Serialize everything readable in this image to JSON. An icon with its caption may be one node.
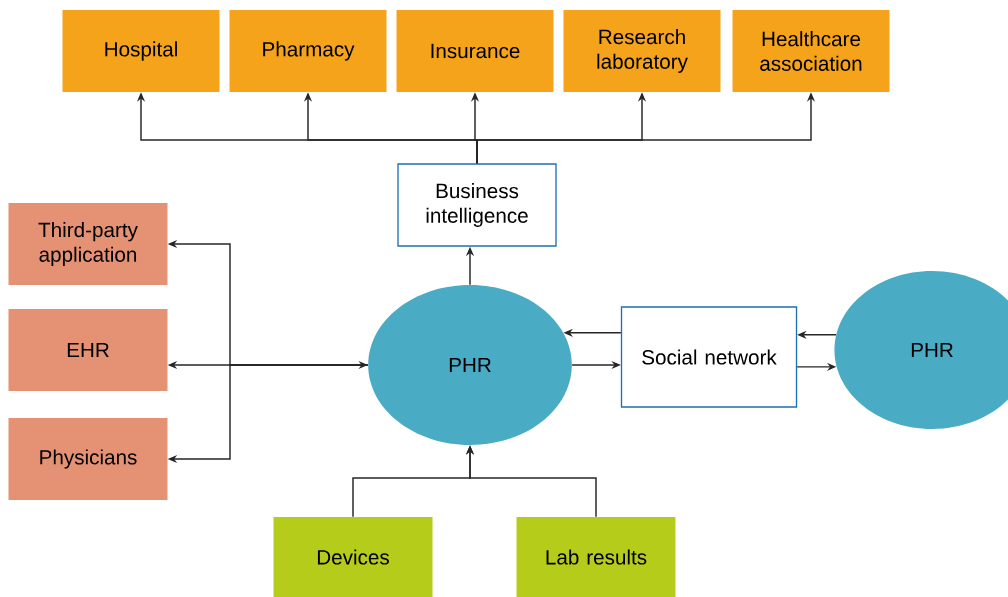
{
  "diagram": {
    "nodes": [
      {
        "text": [
          "Hospital"
        ]
      },
      {
        "text": [
          "Pharmacy"
        ]
      },
      {
        "text": [
          "Insurance"
        ]
      },
      {
        "text": [
          "Research laboratory"
        ]
      },
      {
        "text": [
          "Healthcare association"
        ]
      },
      {
        "text": [
          "Business intelligence"
        ]
      },
      {
        "text": [
          "Third-party application"
        ]
      },
      {
        "text": [
          "EHR"
        ]
      },
      {
        "text": [
          "Physicians"
        ]
      },
      {
        "text": [
          "PHR"
        ]
      },
      {
        "text": [
          "Social network"
        ]
      },
      {
        "text": [
          "PHR"
        ]
      },
      {
        "text": [
          "Devices"
        ]
      },
      {
        "text": [
          "Lab results"
        ]
      }
    ],
    "edges": [
      {
        "from": 5,
        "to": 0,
        "arrow": "to"
      },
      {
        "from": 5,
        "to": 1,
        "arrow": "to"
      },
      {
        "from": 5,
        "to": 2,
        "arrow": "to"
      },
      {
        "from": 5,
        "to": 3,
        "arrow": "to"
      },
      {
        "from": 5,
        "to": 4,
        "arrow": "to"
      },
      {
        "from": 9,
        "to": 5,
        "arrow": "to"
      },
      {
        "from": 9,
        "to": 6,
        "arrow": "to"
      },
      {
        "from": 9,
        "to": 7,
        "arrow": "both"
      },
      {
        "from": 9,
        "to": 8,
        "arrow": "to"
      },
      {
        "from": 10,
        "to": 9,
        "arrow": "to"
      },
      {
        "from": 9,
        "to": 10,
        "arrow": "to"
      },
      {
        "from": 11,
        "to": 10,
        "arrow": "to"
      },
      {
        "from": 10,
        "to": 11,
        "arrow": "to"
      },
      {
        "from": 12,
        "to": 9,
        "arrow": "to"
      },
      {
        "from": 13,
        "to": 9,
        "arrow": "to"
      }
    ]
  }
}
